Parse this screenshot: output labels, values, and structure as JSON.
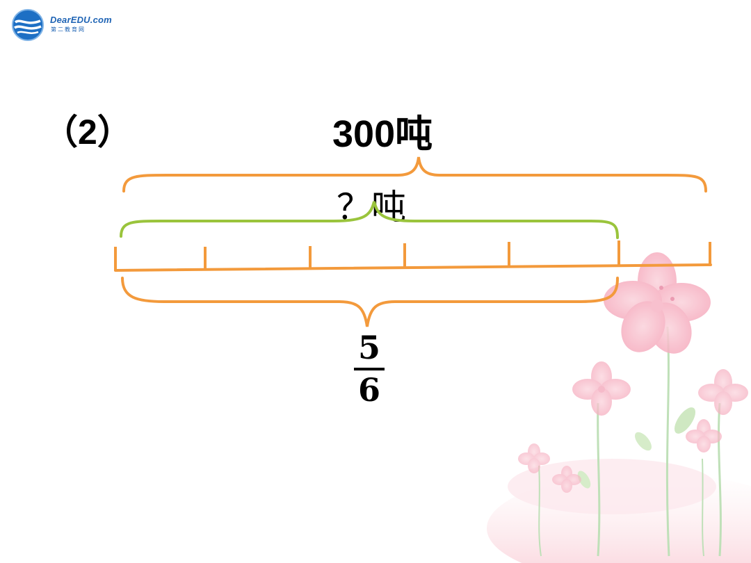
{
  "logo": {
    "brand": "DearEDU.com",
    "subtitle": "第二教育网",
    "icon": "wave-globe-icon"
  },
  "problem": {
    "part_label": "（2）"
  },
  "diagram": {
    "total_label": "300吨",
    "unknown_label": "？吨",
    "fraction": {
      "numerator": "5",
      "denominator": "6"
    },
    "segments_total": 6,
    "segments_marked": 5,
    "colors": {
      "outer_brace": "#f39a3c",
      "inner_brace": "#9ac43c",
      "line": "#f39a3c"
    }
  }
}
